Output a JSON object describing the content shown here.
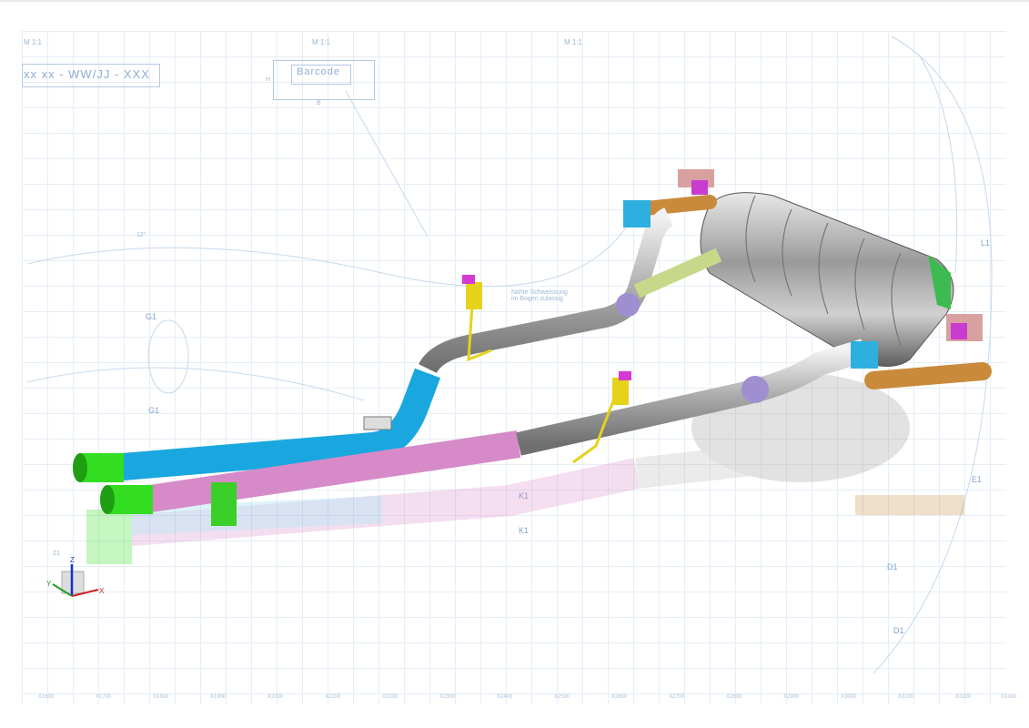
{
  "drawing": {
    "scale_left": "M 1:1",
    "scale_center": "M 1:1",
    "scale_right": "M 1:1",
    "part_code": "xx xx - WW/JJ - XXX",
    "barcode_label": "Barcode",
    "dimension_b": "B",
    "dimension_h": "H",
    "section_labels": [
      "G1",
      "G1",
      "K1",
      "K1",
      "L1",
      "E1",
      "D1",
      "D1",
      "Z1"
    ],
    "angle_label": "12°",
    "weld_note": "Nahte Schweissung im Bogen zulassig",
    "x_ticks": [
      "X1600",
      "X1700",
      "X1800",
      "X1900",
      "X2000",
      "X2100",
      "X2200",
      "X2300",
      "X2400",
      "X2500",
      "X2600",
      "X2700",
      "X2800",
      "X2900",
      "X3000",
      "X3100",
      "X3200",
      "X3300"
    ]
  },
  "axis_triad": {
    "x": "X",
    "y": "Y",
    "z": "Z"
  },
  "colors": {
    "blue_pipe": "#1aa7e0",
    "pink_pipe": "#d68ac8",
    "tip": "#33dd22",
    "steel": "#b8b8b8",
    "joint": "#9f8fd0",
    "copper": "#c98a3c",
    "bracket": "#e6d21a"
  }
}
